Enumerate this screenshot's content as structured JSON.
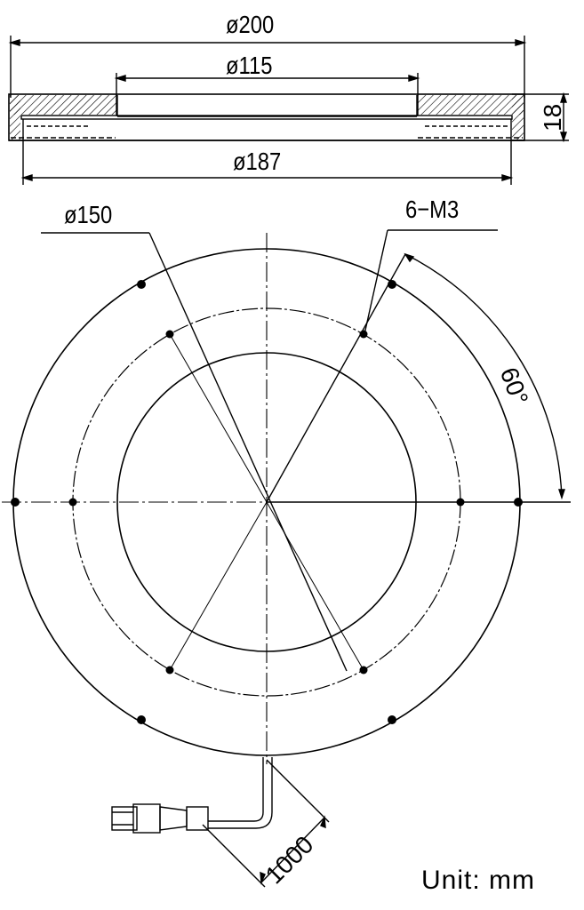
{
  "drawing": {
    "colors": {
      "line": "#000000",
      "background": "#ffffff"
    },
    "section_view": {
      "dims": {
        "outer_diameter": "ø200",
        "window_diameter": "ø115",
        "inner_diameter": "ø187",
        "height": "18"
      }
    },
    "top_view": {
      "dims": {
        "bolt_circle": "ø150",
        "holes": "6−M3",
        "angle": "60°",
        "cable_length": "1000"
      }
    },
    "unit_label": "Unit:  mm"
  }
}
